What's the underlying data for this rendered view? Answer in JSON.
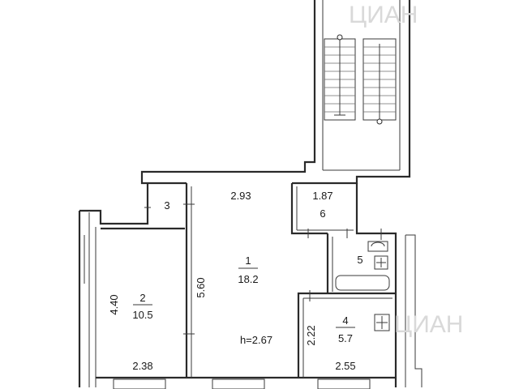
{
  "rooms": [
    {
      "number": "1",
      "area": "18.2",
      "height": "h=2.67"
    },
    {
      "number": "2",
      "area": "10.5"
    },
    {
      "number": "3"
    },
    {
      "number": "4",
      "area": "5.7"
    },
    {
      "number": "5"
    },
    {
      "number": "6"
    }
  ],
  "dimensions": {
    "room1_width": "2.93",
    "room1_length": "5.60",
    "room2_length": "4.40",
    "room2_width": "2.38",
    "room6_width": "1.87",
    "room4_length": "2.22",
    "room4_width": "2.55"
  },
  "watermark": "ЦИАН",
  "colors": {
    "line": "#2a2a2a",
    "background": "#ffffff"
  }
}
